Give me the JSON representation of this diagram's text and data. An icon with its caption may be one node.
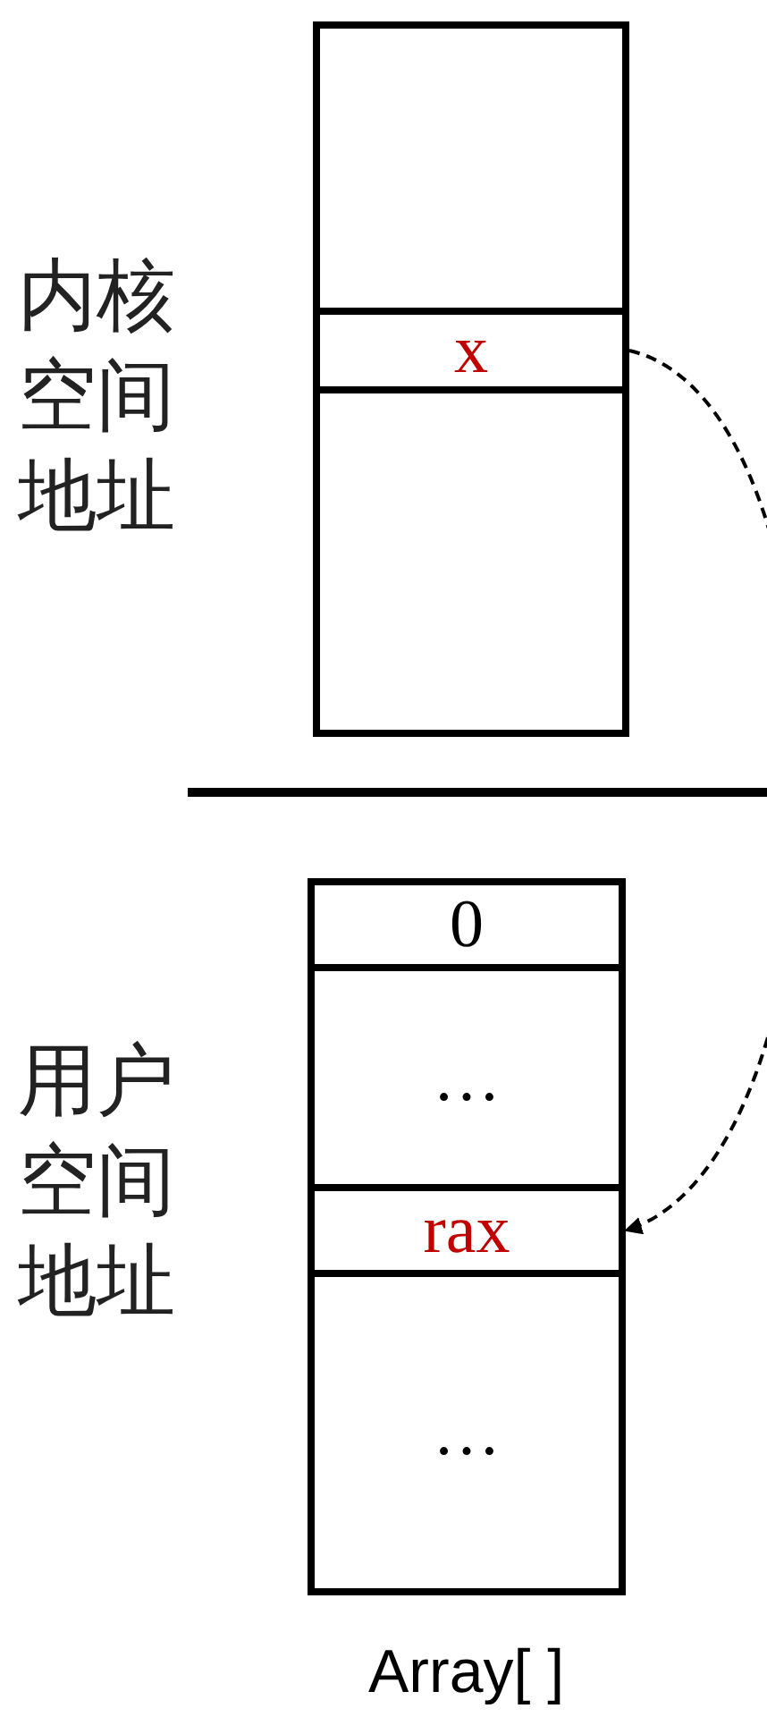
{
  "diagram": {
    "nodes": [
      {
        "text": [],
        "shape": "box"
      },
      {
        "text": [
          "x"
        ],
        "in": 0
      },
      {
        "text": [],
        "shape": "box",
        "beside": [
          "Array[ ]"
        ]
      },
      {
        "text": [
          "0"
        ],
        "in": 2
      },
      {
        "text": [
          "…"
        ],
        "in": 2
      },
      {
        "text": [
          "rax"
        ],
        "in": 2
      },
      {
        "text": [
          "…"
        ],
        "in": 2
      }
    ],
    "edges": [
      {
        "from": 1,
        "to": 5,
        "arrow": "to",
        "style": "dashed"
      }
    ],
    "labels": [
      "内核空间地址",
      "用户空间地址"
    ]
  }
}
